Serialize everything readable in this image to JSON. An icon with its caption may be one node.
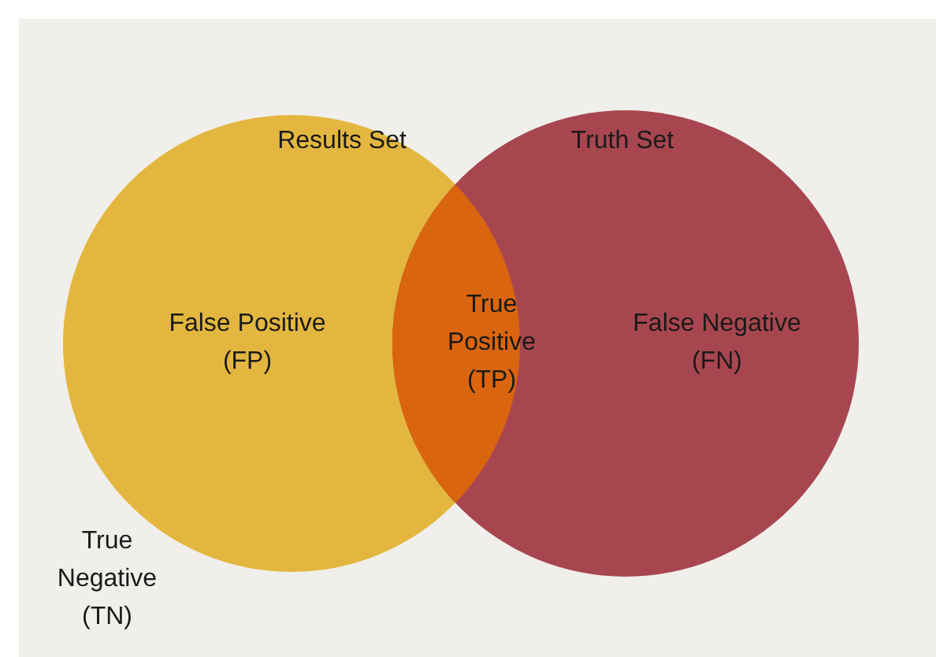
{
  "diagram": {
    "nodes": [
      {
        "text": [
          "Results Set",
          "False Positive (FP)"
        ]
      },
      {
        "text": [
          "Truth Set",
          "False Negative (FN)"
        ]
      },
      {
        "text": [
          "True Positive (TP)"
        ]
      }
    ],
    "labels": [
      "True Negative (TN)"
    ]
  }
}
